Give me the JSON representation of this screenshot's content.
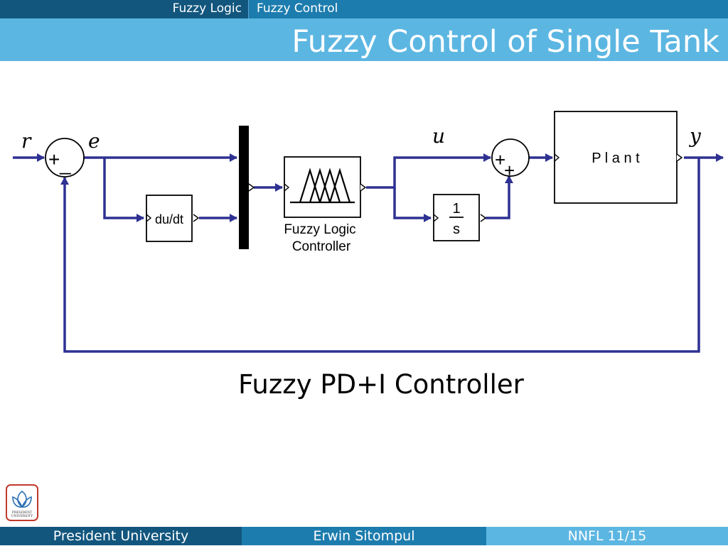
{
  "header": {
    "section": "Fuzzy Logic",
    "subsection": "Fuzzy Control",
    "title": "Fuzzy Control of Single Tank"
  },
  "diagram": {
    "signals": {
      "reference": "r",
      "error": "e",
      "control": "u",
      "output": "y"
    },
    "sum1": {
      "plus": "+",
      "minus": "_"
    },
    "sum2": {
      "plus_top": "+",
      "plus_bottom": "+"
    },
    "derivative_block": "du/dt",
    "flc_label_line1": "Fuzzy Logic",
    "flc_label_line2": "Controller",
    "integrator": {
      "numerator": "1",
      "denominator": "s"
    },
    "plant_label": "P l a n t",
    "colors": {
      "wire": "#2e3192",
      "block": "#000000"
    }
  },
  "caption": "Fuzzy PD+I Controller",
  "logo_text": {
    "line1": "PRESIDENT",
    "line2": "UNIVERSITY"
  },
  "footer": {
    "left": "President University",
    "center": "Erwin Sitompul",
    "right": "NNFL 11/15"
  }
}
